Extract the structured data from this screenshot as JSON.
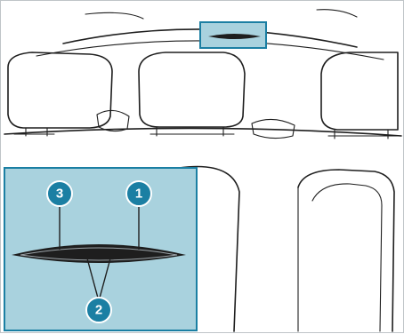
{
  "callouts": [
    {
      "id": "callout-1",
      "number": "1"
    },
    {
      "id": "callout-2",
      "number": "2"
    },
    {
      "id": "callout-3",
      "number": "3"
    }
  ],
  "colors": {
    "highlight_fill": "#a9d2de",
    "highlight_stroke": "#1b7fa3",
    "callout_fill": "#1b7fa3",
    "line": "#1e1e1e"
  }
}
